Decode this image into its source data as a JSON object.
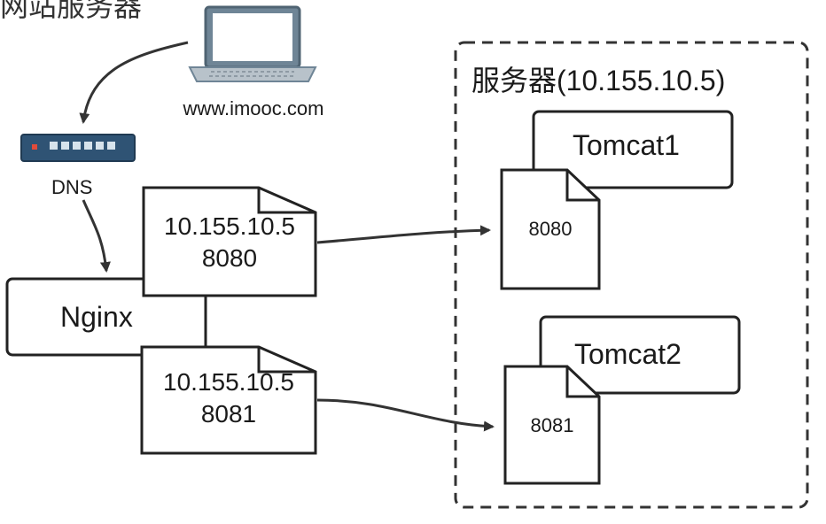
{
  "top_caption": "网站服务器",
  "client": {
    "domain": "www.imooc.com"
  },
  "dns": {
    "label": "DNS"
  },
  "proxy": {
    "label": "Nginx"
  },
  "mappings": [
    {
      "ip": "10.155.10.5",
      "port": "8080"
    },
    {
      "ip": "10.155.10.5",
      "port": "8081"
    }
  ],
  "server": {
    "title": "服务器(10.155.10.5)",
    "instances": [
      {
        "name": "Tomcat1",
        "port": "8080"
      },
      {
        "name": "Tomcat2",
        "port": "8081"
      }
    ]
  }
}
